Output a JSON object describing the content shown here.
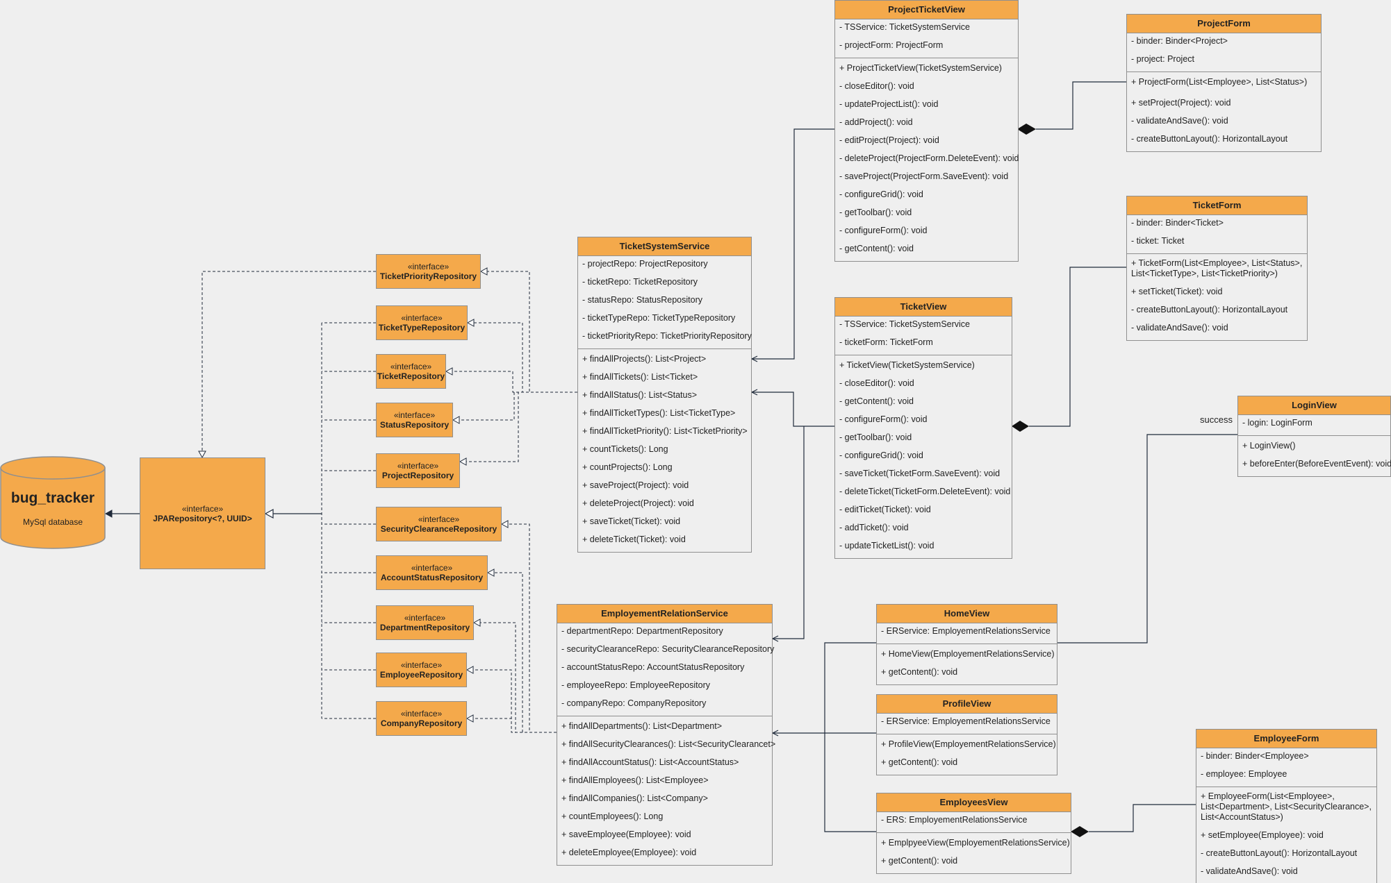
{
  "database": {
    "name": "bug_tracker",
    "subtitle": "MySql database"
  },
  "jpa_repository": {
    "stereotype": "«interface»",
    "name": "JPARepository<?, UUID>"
  },
  "ticket_repositories": [
    {
      "stereotype": "«interface»",
      "name": "TicketPriorityRepository"
    },
    {
      "stereotype": "«interface»",
      "name": "TicketTypeRepository"
    },
    {
      "stereotype": "«interface»",
      "name": "TicketRepository"
    },
    {
      "stereotype": "«interface»",
      "name": "StatusRepository"
    },
    {
      "stereotype": "«interface»",
      "name": "ProjectRepository"
    }
  ],
  "employee_repositories": [
    {
      "stereotype": "«interface»",
      "name": "SecurityClearanceRepository"
    },
    {
      "stereotype": "«interface»",
      "name": "AccountStatusRepository"
    },
    {
      "stereotype": "«interface»",
      "name": "DepartmentRepository"
    },
    {
      "stereotype": "«interface»",
      "name": "EmployeeRepository"
    },
    {
      "stereotype": "«interface»",
      "name": "CompanyRepository"
    }
  ],
  "ticket_system_service": {
    "name": "TicketSystemService",
    "attributes": [
      "- projectRepo: ProjectRepository",
      "- ticketRepo: TicketRepository",
      "- statusRepo: StatusRepository",
      "- ticketTypeRepo: TicketTypeRepository",
      "- ticketPriorityRepo: TicketPriorityRepository"
    ],
    "operations": [
      "+ findAllProjects(): List<Project>",
      "+ findAllTickets(): List<Ticket>",
      "+ findAllStatus(): List<Status>",
      "+ findAllTicketTypes(): List<TicketType>",
      "+ findAllTicketPriority(): List<TicketPriority>",
      "+ countTickets(): Long",
      "+ countProjects(): Long",
      "+ saveProject(Project): void",
      "+ deleteProject(Project): void",
      "+ saveTicket(Ticket): void",
      "+ deleteTicket(Ticket): void"
    ]
  },
  "employement_relation_service": {
    "name": "EmployementRelationService",
    "attributes": [
      "- departmentRepo: DepartmentRepository",
      "- securityClearanceRepo: SecurityClearanceRepository",
      "- accountStatusRepo: AccountStatusRepository",
      "- employeeRepo: EmployeeRepository",
      "- companyRepo: CompanyRepository"
    ],
    "operations": [
      "+ findAllDepartments(): List<Department>",
      "+ findAllSecurityClearances(): List<SecurityClearancet>",
      "+ findAllAccountStatus(): List<AccountStatus>",
      "+ findAllEmployees(): List<Employee>",
      "+ findAllCompanies(): List<Company>",
      "+ countEmployees(): Long",
      "+ saveEmployee(Employee): void",
      "+ deleteEmployee(Employee): void"
    ]
  },
  "project_ticket_view": {
    "name": "ProjectTicketView",
    "attributes": [
      "- TSService: TicketSystemService",
      "- projectForm: ProjectForm"
    ],
    "operations": [
      "+ ProjectTicketView(TicketSystemService)",
      "- closeEditor(): void",
      "- updateProjectList(): void",
      "- addProject(): void",
      "- editProject(Project): void",
      "- deleteProject(ProjectForm.DeleteEvent): void",
      "- saveProject(ProjectForm.SaveEvent): void",
      "- configureGrid(): void",
      "- getToolbar(): void",
      "- configureForm(): void",
      "- getContent(): void"
    ]
  },
  "project_form": {
    "name": "ProjectForm",
    "attributes": [
      "- binder: Binder<Project>",
      "- project: Project"
    ],
    "operations": [
      "+ ProjectForm(List<Employee>, List<Status>)",
      "+ setProject(Project): void",
      "- validateAndSave(): void",
      "- createButtonLayout(): HorizontalLayout"
    ]
  },
  "ticket_form": {
    "name": "TicketForm",
    "attributes": [
      "- binder: Binder<Ticket>",
      "- ticket: Ticket"
    ],
    "operations": [
      "+ TicketForm(List<Employee>, List<Status>, List<TicketType>, List<TicketPriority>)",
      "+ setTicket(Ticket): void",
      "- createButtonLayout(): HorizontalLayout",
      "- validateAndSave(): void"
    ]
  },
  "ticket_view": {
    "name": "TicketView",
    "attributes": [
      "- TSService: TicketSystemService",
      "- ticketForm: TicketForm"
    ],
    "operations": [
      "+ TicketView(TicketSystemService)",
      "- closeEditor(): void",
      "- getContent(): void",
      "- configureForm(): void",
      "- getToolbar(): void",
      "- configureGrid(): void",
      "- saveTicket(TicketForm.SaveEvent): void",
      "- deleteTicket(TicketForm.DeleteEvent): void",
      "- editTicket(Ticket): void",
      "- addTicket(): void",
      "- updateTicketList(): void"
    ]
  },
  "login_view": {
    "name": "LoginView",
    "attributes": [
      "- login: LoginForm"
    ],
    "operations": [
      "+ LoginView()",
      "+ beforeEnter(BeforeEventEvent): void"
    ]
  },
  "success_label": "success",
  "home_view": {
    "name": "HomeView",
    "attributes": [
      "- ERService: EmployementRelationsService"
    ],
    "operations": [
      "+ HomeView(EmployementRelationsService)",
      "+ getContent(): void"
    ]
  },
  "profile_view": {
    "name": "ProfileView",
    "attributes": [
      "- ERService: EmployementRelationsService"
    ],
    "operations": [
      "+ ProfileView(EmployementRelationsService)",
      "+ getContent(): void"
    ]
  },
  "employees_view": {
    "name": "EmployeesView",
    "attributes": [
      "- ERS: EmployementRelationsService"
    ],
    "operations": [
      "+ EmplpyeeView(EmployementRelationsService)",
      "+ getContent(): void"
    ]
  },
  "employee_form": {
    "name": "EmployeeForm",
    "attributes": [
      "- binder: Binder<Employee>",
      "- employee: Employee"
    ],
    "operations": [
      "+ EmployeeForm(List<Employee>, List<Department>, List<SecurityClearance>, List<AccountStatus>)",
      "+ setEmployee(Employee): void",
      "- createButtonLayout(): HorizontalLayout",
      "- validateAndSave(): void"
    ]
  },
  "colors": {
    "class_header": "#f4a94b",
    "background": "#efefef",
    "border": "#8f8f8f",
    "line": "#1f2a3a"
  }
}
